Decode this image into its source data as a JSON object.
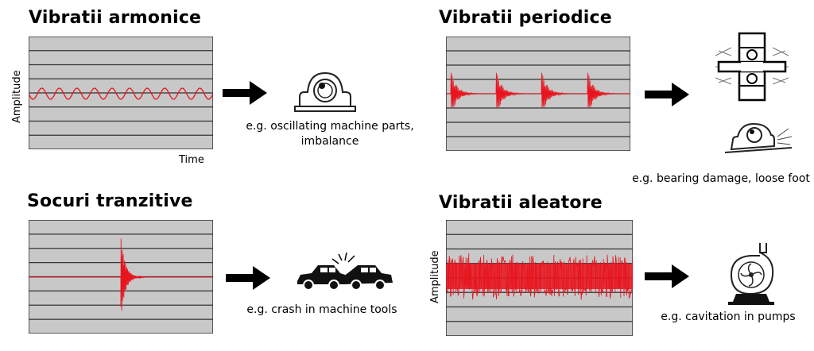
{
  "titles": {
    "harmonic": "Vibratii armonice",
    "periodic": "Vibratii periodice",
    "transient": "Socuri tranzitive",
    "random": "Vibratii aleatore"
  },
  "labels": {
    "amplitude": "Amplitude",
    "time": "Time"
  },
  "captions": {
    "harmonic_line1": "e.g. oscillating machine parts,",
    "harmonic_line2": "imbalance",
    "periodic": "e.g. bearing damage, loose foot",
    "transient": "e.g. crash in machine tools",
    "random": "e.g. cavitation in pumps"
  },
  "colors": {
    "panel_bg": "#c8c8c8",
    "grid": "#333333",
    "signal": "#e8141e",
    "arrow": "#000000"
  },
  "icons": {
    "harmonic": "pillow-block-bearing-icon",
    "periodic_top": "bearing-cross-section-icon",
    "periodic_bottom": "loose-foot-bearing-icon",
    "transient": "car-crash-icon",
    "random": "centrifugal-pump-icon"
  }
}
